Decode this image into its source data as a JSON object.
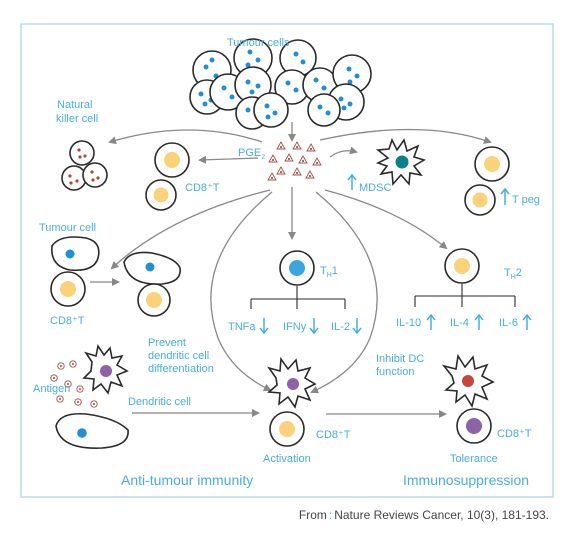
{
  "labels": {
    "tumour_cells": "Tumour cells",
    "natural_killer": [
      "Natural",
      "killer cell"
    ],
    "pge2": "PGE",
    "pge2_sub": "2",
    "cd8_top": "CD8⁺T",
    "mdsc": "MDSC",
    "treg": "T peg",
    "tumour_cell": "Tumour cell",
    "cd8_left": "CD8⁺T",
    "th1": "T",
    "th1_sub": "H",
    "th1_num": "1",
    "th2": "T",
    "th2_sub": "H",
    "th2_num": "2",
    "tnfa": "TNFa",
    "ifny": "IFNy",
    "il2": "IL-2",
    "il10": "IL-10",
    "il4": "IL-4",
    "il6": "IL-6",
    "prevent": [
      "Prevent",
      "dendritic cell",
      "differentiation"
    ],
    "inhibit": [
      "Inhibit DC",
      "function"
    ],
    "antigen": "Antigen",
    "dendritic": "Dendritic cell",
    "cd8_mid": "CD8⁺T",
    "activation": "Activation",
    "cd8_right": "CD8⁺T",
    "tolerance": "Tolerance",
    "anti_tumour": "Anti-tumour immunity",
    "immunosuppression": "Immunosuppression"
  },
  "citation": {
    "prefix": "From",
    "source": "Nature Reviews Cancer, 10(3), 181-193."
  },
  "colors": {
    "accent": "#47aee0",
    "frame": "#a9d6ec",
    "arrow": "#888888",
    "tumour_dot": "#1f8fd6",
    "t_cell_nucleus": "#fbd27a",
    "th1_nucleus": "#3aa6df",
    "dc_nucleus": "#8e62a8",
    "mdsc_nucleus": "#0d7f86",
    "nk_granule": "#b0473c",
    "tolerance_dc": "#c8453d"
  }
}
